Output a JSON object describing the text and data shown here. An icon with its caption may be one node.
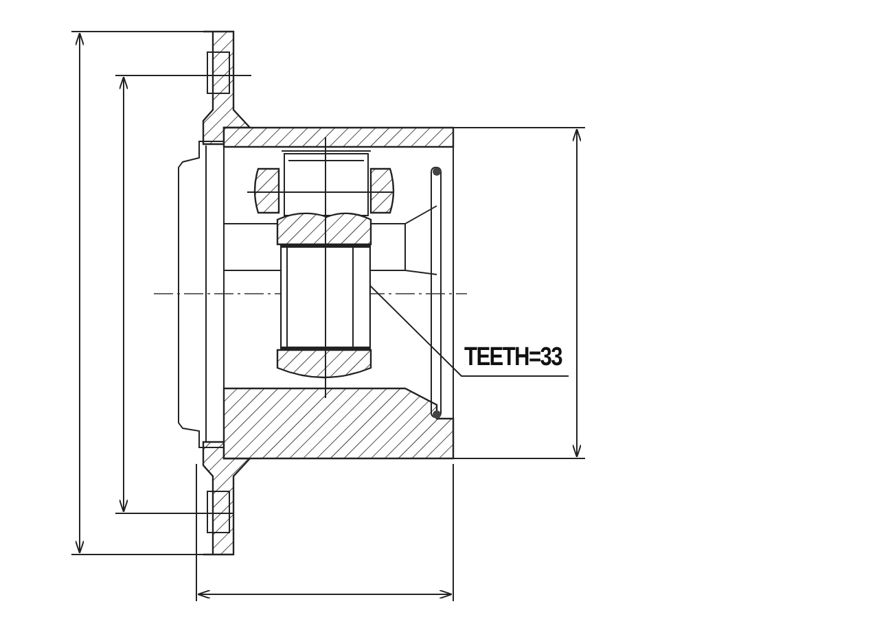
{
  "diagram": {
    "nodes": [
      {
        "text": [
          "TEETH=33"
        ]
      },
      {
        "text": [],
        "shape": "box"
      }
    ],
    "edges": [
      {
        "from": 0,
        "to": 1,
        "arrow": "none"
      }
    ]
  }
}
